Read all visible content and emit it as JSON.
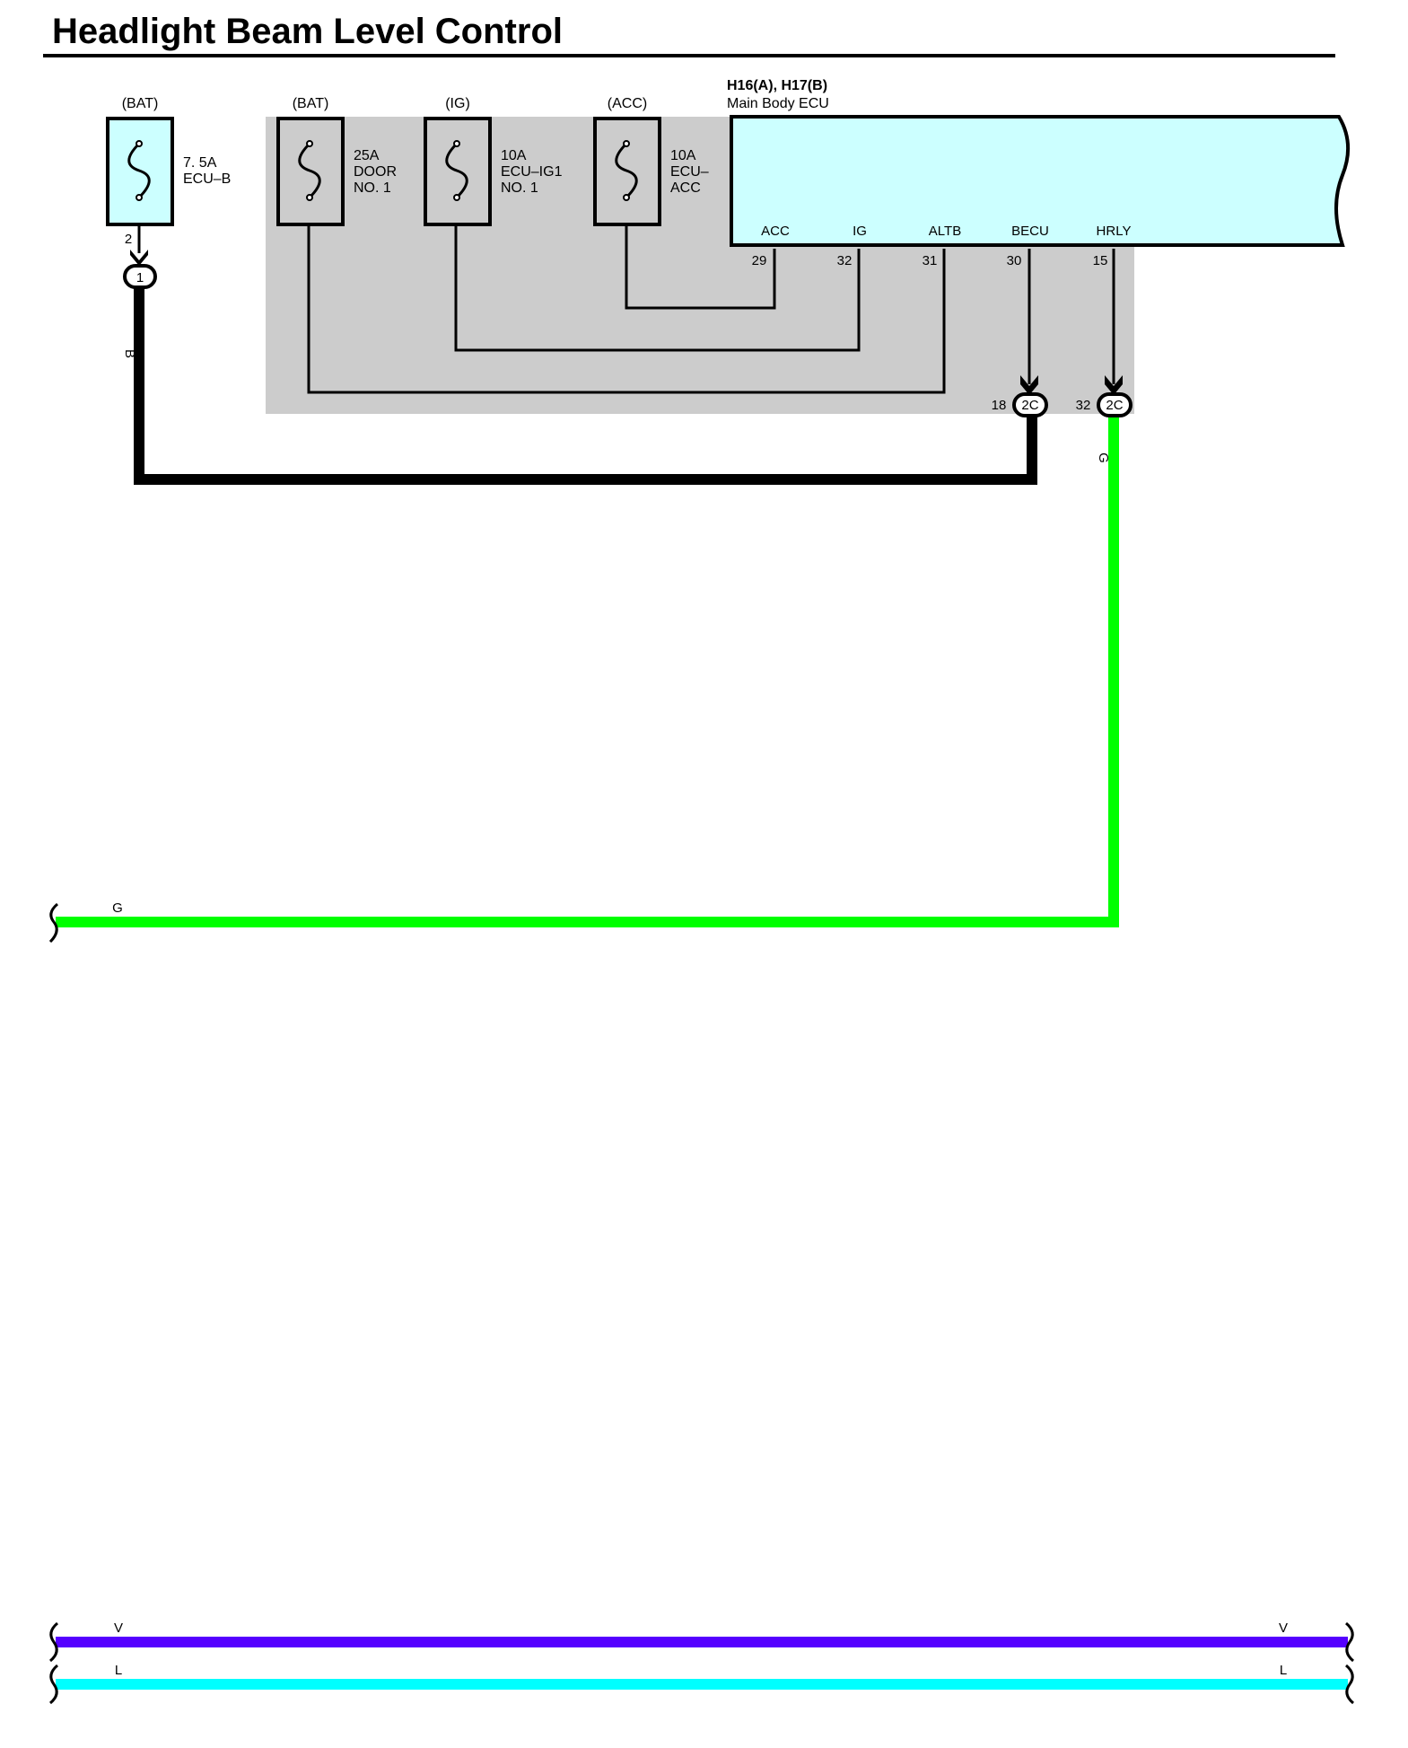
{
  "title": "Headlight Beam Level Control",
  "colors": {
    "shaded_area": "#cccccc",
    "fuse_fill": "#ccffff",
    "ecu_fill": "#ccffff",
    "wire_black": "#000000",
    "wire_green": "#00ff00",
    "wire_violet": "#5500ff",
    "wire_light_blue": "#00ffff"
  },
  "fuses": [
    {
      "source": "(BAT)",
      "rating": "7. 5A",
      "name_lines": [
        "ECU–B"
      ]
    },
    {
      "source": "(BAT)",
      "rating": "25A",
      "name_lines": [
        "DOOR",
        "NO. 1"
      ]
    },
    {
      "source": "(IG)",
      "rating": "10A",
      "name_lines": [
        "ECU–IG1",
        "NO. 1"
      ]
    },
    {
      "source": "(ACC)",
      "rating": "10A",
      "name_lines": [
        "ECU–",
        "ACC"
      ]
    }
  ],
  "fuse1_pin": "2",
  "connector1_label": "1",
  "ecu": {
    "code": "H16(A), H17(B)",
    "name": "Main Body ECU",
    "terminals": [
      {
        "name": "ACC",
        "pin": "29"
      },
      {
        "name": "IG",
        "pin": "32"
      },
      {
        "name": "ALTB",
        "pin": "31"
      },
      {
        "name": "BECU",
        "pin": "30"
      },
      {
        "name": "HRLY",
        "pin": "15"
      }
    ]
  },
  "connectors_2c": [
    {
      "pin": "18",
      "label": "2C"
    },
    {
      "pin": "32",
      "label": "2C"
    }
  ],
  "wire_labels": {
    "black_vertical": "B",
    "green_vertical": "G",
    "green_horizontal": "G",
    "violet_left": "V",
    "violet_right": "V",
    "blue_left": "L",
    "blue_right": "L"
  }
}
